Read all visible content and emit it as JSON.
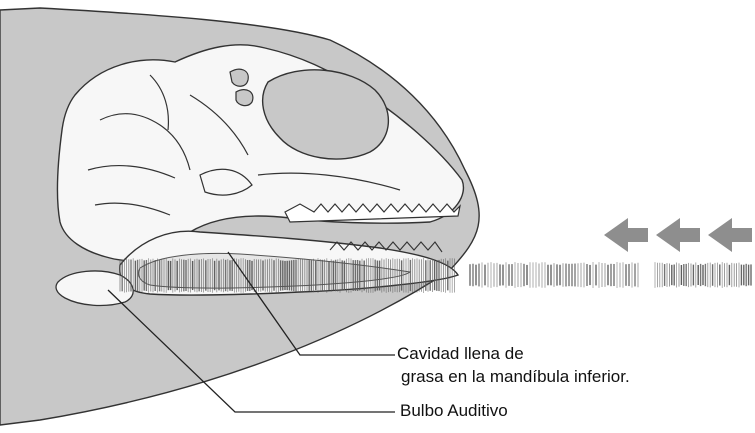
{
  "labels": {
    "fat_cavity_line1": "Cavidad llena de",
    "fat_cavity_line2": "grasa en la mandíbula inferior.",
    "auditory_bulb": "Bulbo Auditivo"
  },
  "colors": {
    "skin": "#c8c8c8",
    "bone": "#f7f7f7",
    "outline": "#3a3a3a",
    "arrow": "#8e8e8e",
    "sound": "#555555"
  },
  "icons": [
    "sound-arrow-icon",
    "sound-arrow-icon",
    "sound-arrow-icon"
  ]
}
